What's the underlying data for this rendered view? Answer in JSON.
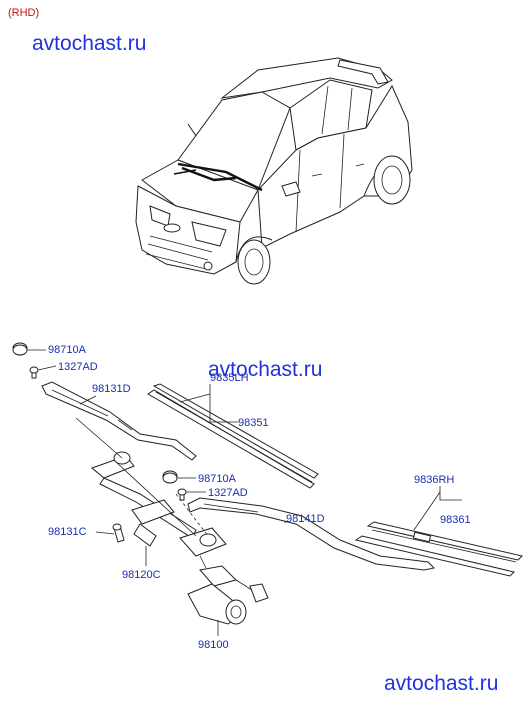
{
  "header": {
    "variant_label": "(RHD)"
  },
  "watermarks": [
    "avtochast.ru",
    "avtochast.ru",
    "avtochast.ru"
  ],
  "callouts": {
    "p98710A_top": "98710A",
    "p1327AD_top": "1327AD",
    "p98131D": "98131D",
    "p9835LH": "9835LH",
    "p98351": "98351",
    "p98710A_mid": "98710A",
    "p1327AD_mid": "1327AD",
    "p9836RH": "9836RH",
    "p98361": "98361",
    "p98131C": "98131C",
    "p98141D": "98141D",
    "p98120C": "98120C",
    "p98100": "98100"
  }
}
